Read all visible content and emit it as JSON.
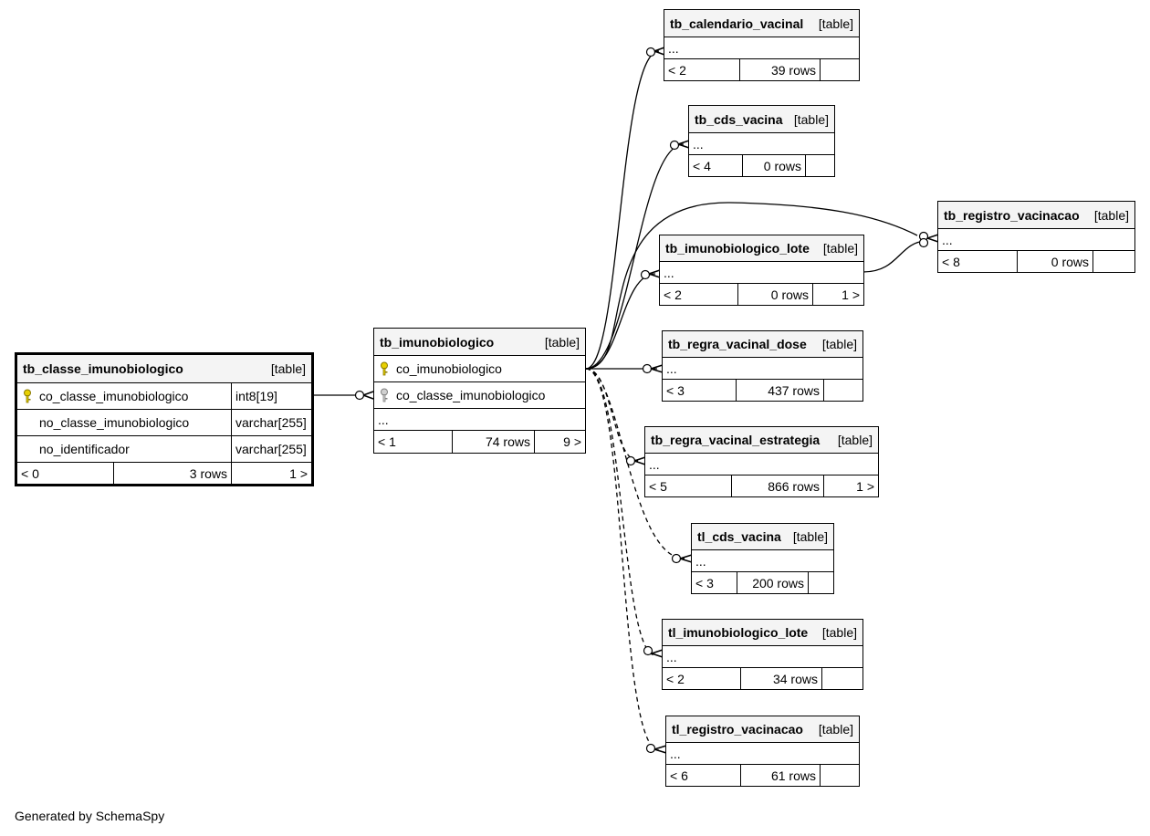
{
  "footer": "Generated by SchemaSpy",
  "tag": "[table]",
  "key_colors": {
    "primary": "#e8d000",
    "foreign": "#b0b0b0"
  },
  "focus_table": {
    "name": "tb_classe_imunobiologico",
    "columns": [
      {
        "name": "co_classe_imunobiologico",
        "type": "int8[19]",
        "key": "primary"
      },
      {
        "name": "no_classe_imunobiologico",
        "type": "varchar[255]"
      },
      {
        "name": "no_identificador",
        "type": "varchar[255]"
      }
    ],
    "footer": {
      "parents": "< 0",
      "rows": "3 rows",
      "children": "1 >"
    }
  },
  "center_table": {
    "name": "tb_imunobiologico",
    "columns": [
      {
        "name": "co_imunobiologico",
        "key": "primary"
      },
      {
        "name": "co_classe_imunobiologico",
        "key": "foreign"
      }
    ],
    "ellipsis": "...",
    "footer": {
      "parents": "< 1",
      "rows": "74 rows",
      "children": "9 >"
    }
  },
  "child_tables": [
    {
      "name": "tb_calendario_vacinal",
      "ellipsis": "...",
      "parents": "< 2",
      "rows": "39 rows",
      "children": ""
    },
    {
      "name": "tb_cds_vacina",
      "ellipsis": "...",
      "parents": "< 4",
      "rows": "0 rows",
      "children": ""
    },
    {
      "name": "tb_imunobiologico_lote",
      "ellipsis": "...",
      "parents": "< 2",
      "rows": "0 rows",
      "children": "1 >"
    },
    {
      "name": "tb_regra_vacinal_dose",
      "ellipsis": "...",
      "parents": "< 3",
      "rows": "437 rows",
      "children": ""
    },
    {
      "name": "tb_regra_vacinal_estrategia",
      "ellipsis": "...",
      "parents": "< 5",
      "rows": "866 rows",
      "children": "1 >"
    },
    {
      "name": "tl_cds_vacina",
      "ellipsis": "...",
      "parents": "< 3",
      "rows": "200 rows",
      "children": ""
    },
    {
      "name": "tl_imunobiologico_lote",
      "ellipsis": "...",
      "parents": "< 2",
      "rows": "34 rows",
      "children": ""
    },
    {
      "name": "tl_registro_vacinacao",
      "ellipsis": "...",
      "parents": "< 6",
      "rows": "61 rows",
      "children": ""
    },
    {
      "name": "tb_registro_vacinacao",
      "ellipsis": "...",
      "parents": "< 8",
      "rows": "0 rows",
      "children": ""
    }
  ]
}
